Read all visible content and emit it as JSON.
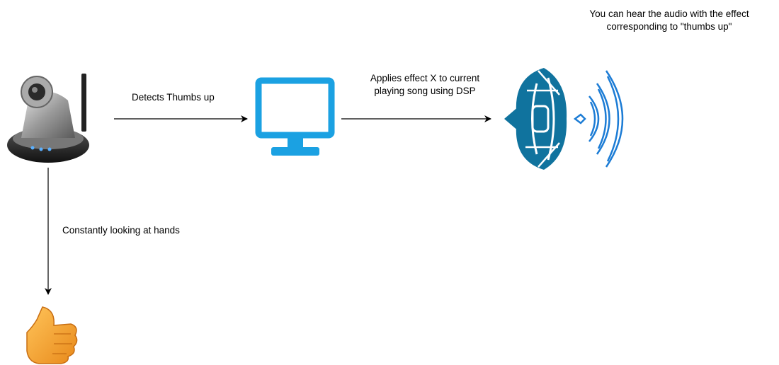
{
  "diagram": {
    "edges": {
      "camera_to_monitor": "Detects Thumbs up",
      "monitor_to_speaker": [
        "Applies effect X to current",
        "playing song using DSP"
      ],
      "camera_to_hand": "Constantly looking at hands"
    },
    "note": [
      "You can hear the audio with the effect",
      "corresponding to \"thumbs up\""
    ],
    "icons": {
      "camera": "ip-camera-icon",
      "monitor": "monitor-icon",
      "speaker": "speaker-icon",
      "sound_waves": "sound-waves-icon",
      "thumbs_up": "thumbs-up-icon"
    },
    "colors": {
      "monitor": "#1ba1e2",
      "speaker": "#10739e",
      "waves": "#1c7cd5",
      "thumb": "#f5a623"
    }
  }
}
